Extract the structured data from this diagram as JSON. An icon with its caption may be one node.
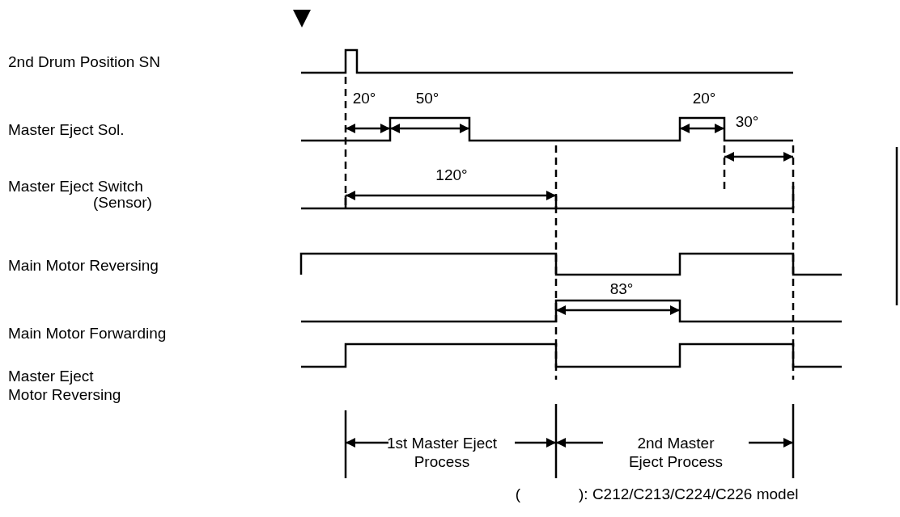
{
  "diagram": {
    "labels": [
      "2nd Drum Position SN",
      "20°",
      "50°",
      "20°",
      "Master Eject Sol.",
      "30°",
      "120°",
      "Master Eject Switch",
      "(Sensor)",
      "Main Motor Reversing",
      "83°",
      "Main Motor Forwarding",
      "Master Eject Motor Reversing",
      "1st Master Eject Process",
      "2nd Master Eject Process",
      "(",
      "): C212/C213/C224/C226 model"
    ]
  }
}
